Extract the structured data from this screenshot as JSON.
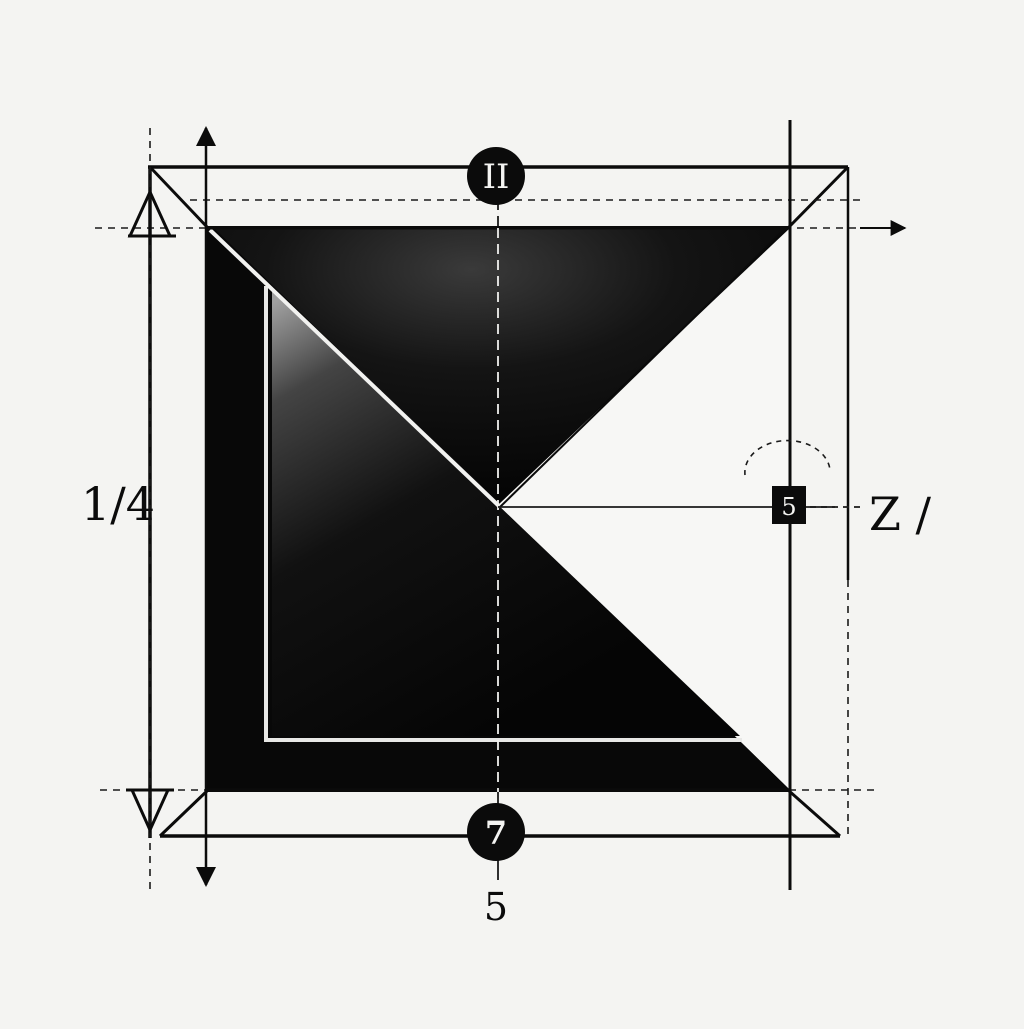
{
  "diagram": {
    "labels": {
      "top_marker": "II",
      "bottom_marker": "7",
      "bottom_dimension": "5",
      "left_dimension": "1/4",
      "right_marker": "5",
      "right_dimension": "Z /"
    },
    "colors": {
      "paper": "#f4f4f2",
      "ink": "#0b0b0b",
      "fill_dark": "#080808",
      "highlight": "#f7f7f5"
    }
  }
}
